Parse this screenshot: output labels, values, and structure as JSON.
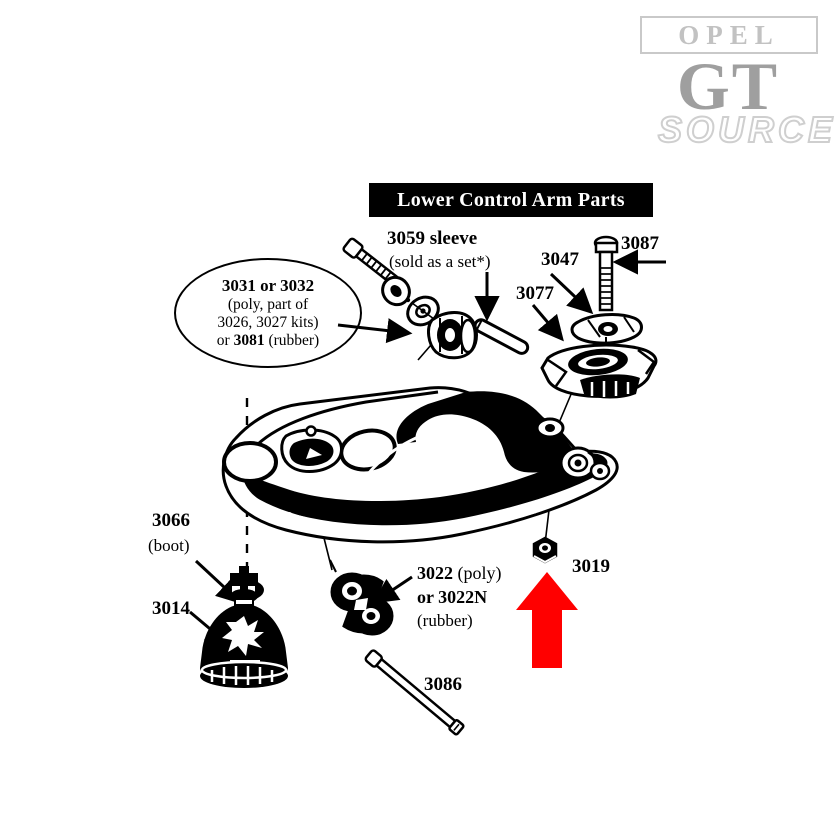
{
  "watermark": {
    "brand_box": "OPEL",
    "model": "GT",
    "source": "SOURCE"
  },
  "title_bar": {
    "text": "Lower Control Arm Parts"
  },
  "callout_ellipse": {
    "line1": "3031 or 3032",
    "line2": "(poly, part of",
    "line3": "3026, 3027 kits)",
    "line4_a": "or ",
    "line4_b": "3081",
    "line4_c": " (rubber)"
  },
  "labels": {
    "sleeve_number": "3059 sleeve",
    "sleeve_note": "(sold as a set*)",
    "bracket": "3077",
    "washer_plate": "3047",
    "bolt_top": "3087",
    "boot_number": "3066",
    "boot_note": "(boot)",
    "ball_joint": "3014",
    "bushing_poly_a": "3022",
    "bushing_poly_b": " (poly)",
    "bushing_rubber_a": "or ",
    "bushing_rubber_b": "3022N",
    "bushing_rubber_c": "(rubber)",
    "through_bolt": "3086",
    "nut": "3019"
  },
  "colors": {
    "ink": "#000000",
    "paper": "#ffffff",
    "highlight_arrow": "#ff0000",
    "watermark_gray": "#9f9f9f"
  },
  "highlight": {
    "arrow_direction": "up",
    "points_at": "3019"
  }
}
